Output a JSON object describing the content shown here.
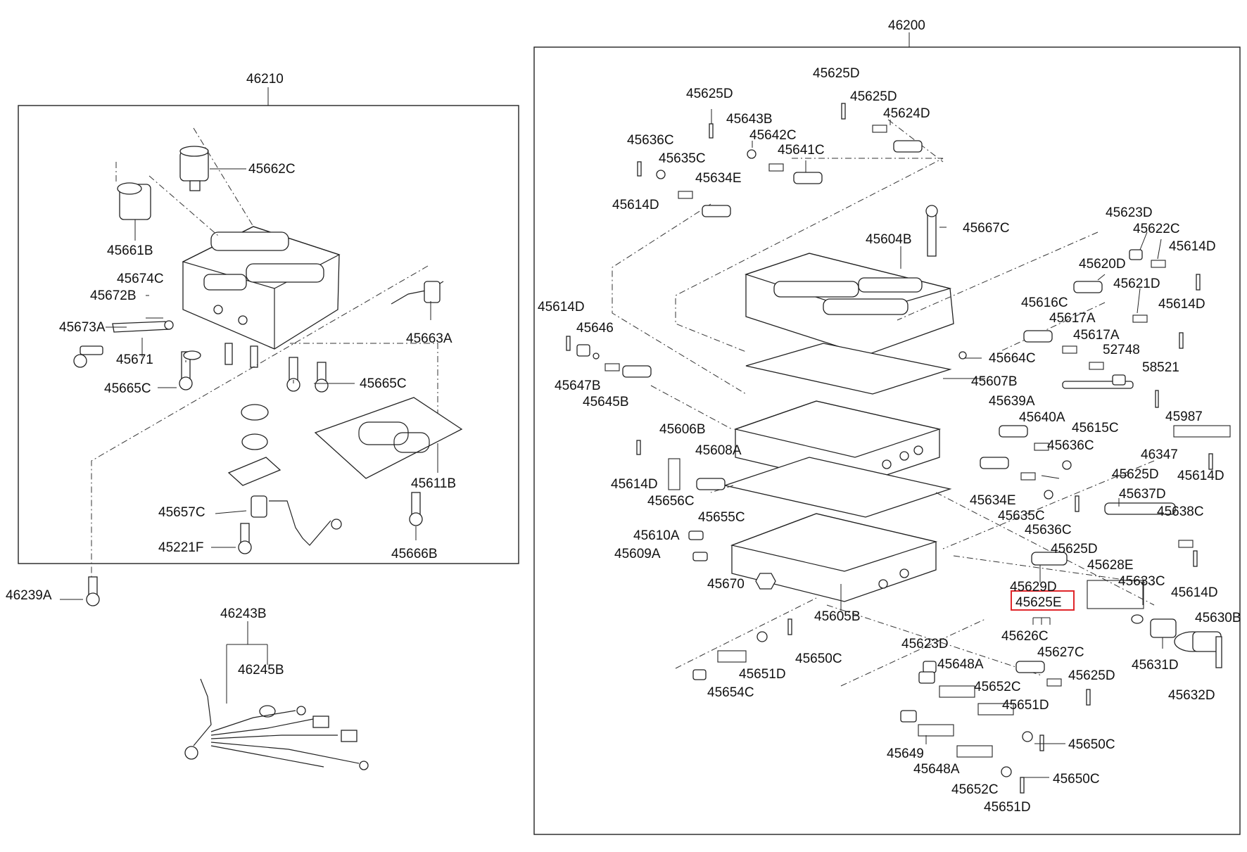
{
  "highlight_color": "#e0262a",
  "assemblies": {
    "left_assembly": "46210",
    "right_assembly": "46200",
    "harness": "46243B",
    "harness_sub": "46245B",
    "bolt_outside": "46239A"
  },
  "left_parts": {
    "p45662C": "45662C",
    "p45661B": "45661B",
    "p45674C": "45674C",
    "p45672B": "45672B",
    "p45673A": "45673A",
    "p45671": "45671",
    "p45665C_a": "45665C",
    "p45665C_b": "45665C",
    "p45663A": "45663A",
    "p45611B": "45611B",
    "p45657C": "45657C",
    "p45221F": "45221F",
    "p45666B": "45666B"
  },
  "right_parts": {
    "p45625D_1": "45625D",
    "p45625D_2": "45625D",
    "p45625D_3": "45625D",
    "p45624D": "45624D",
    "p45643B": "45643B",
    "p45636C_1": "45636C",
    "p45642C": "45642C",
    "p45635C_1": "45635C",
    "p45641C": "45641C",
    "p45634E_1": "45634E",
    "p45614D_1": "45614D",
    "p45667C": "45667C",
    "p45604B": "45604B",
    "p45623D_1": "45623D",
    "p45622C": "45622C",
    "p45614D_2": "45614D",
    "p45620D": "45620D",
    "p45621D": "45621D",
    "p45614D_3": "45614D",
    "p45614D_4": "45614D",
    "p45646": "45646",
    "p45616C": "45616C",
    "p45617A_1": "45617A",
    "p45617A_2": "45617A",
    "p52748": "52748",
    "p45664C": "45664C",
    "p58521": "58521",
    "p45647B": "45647B",
    "p45645B": "45645B",
    "p45607B": "45607B",
    "p45639A": "45639A",
    "p45987": "45987",
    "p45640A": "45640A",
    "p45606B": "45606B",
    "p45615C": "45615C",
    "p45608A": "45608A",
    "p46347": "46347",
    "p45636C_2": "45636C",
    "p45625D_4": "45625D",
    "p45614D_5": "45614D",
    "p45614D_6": "45614D",
    "p45637D": "45637D",
    "p45656C": "45656C",
    "p45634E_2": "45634E",
    "p45638C": "45638C",
    "p45655C": "45655C",
    "p45635C_2": "45635C",
    "p45636C_3": "45636C",
    "p45610A": "45610A",
    "p45609A": "45609A",
    "p45625D_5": "45625D",
    "p45628E": "45628E",
    "p45670": "45670",
    "p45629D": "45629D",
    "p45633C": "45633C",
    "p45614D_7": "45614D",
    "p45605B": "45605B",
    "p45625E": "45625E",
    "p45630B": "45630B",
    "p45626C": "45626C",
    "p45650C_1": "45650C",
    "p45627C": "45627C",
    "p45623D_2": "45623D",
    "p45631D": "45631D",
    "p45651D_1": "45651D",
    "p45648A_1": "45648A",
    "p45625D_6": "45625D",
    "p45654C": "45654C",
    "p45652C_1": "45652C",
    "p45632D": "45632D",
    "p45651D_2": "45651D",
    "p45650C_2": "45650C",
    "p45649": "45649",
    "p45648A_2": "45648A",
    "p45650C_3": "45650C",
    "p45652C_2": "45652C",
    "p45651D_3": "45651D"
  }
}
